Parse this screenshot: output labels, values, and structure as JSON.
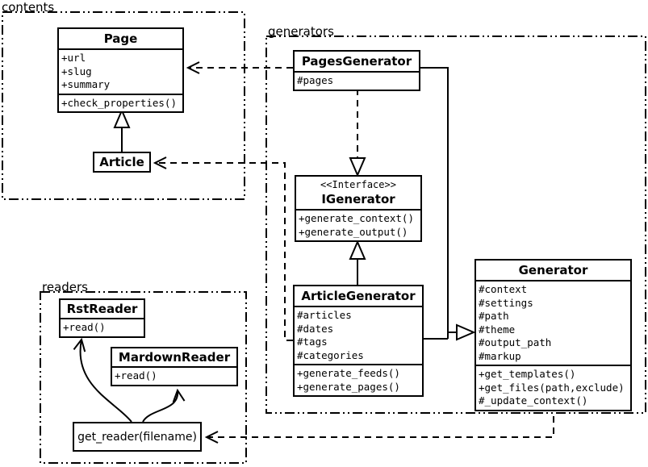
{
  "diagram": {
    "background": "#ffffff",
    "line_color": "#000000"
  },
  "packages": {
    "contents": "contents",
    "generators": "generators",
    "readers": "readers"
  },
  "classes": {
    "page": {
      "name": "Page",
      "attributes": [
        "+url",
        "+slug",
        "+summary"
      ],
      "methods": [
        "+check_properties()"
      ]
    },
    "article": {
      "name": "Article"
    },
    "pages_generator": {
      "name": "PagesGenerator",
      "attributes": [
        "#pages"
      ]
    },
    "igenerator": {
      "stereotype": "<<Interface>>",
      "name": "IGenerator",
      "methods": [
        "+generate_context()",
        "+generate_output()"
      ]
    },
    "article_generator": {
      "name": "ArticleGenerator",
      "attributes": [
        "#articles",
        "#dates",
        "#tags",
        "#categories"
      ],
      "methods": [
        "+generate_feeds()",
        "+generate_pages()"
      ]
    },
    "generator": {
      "name": "Generator",
      "attributes": [
        "#context",
        "#settings",
        "#path",
        "#theme",
        "#output_path",
        "#markup"
      ],
      "methods": [
        "+get_templates()",
        "+get_files(path,exclude)",
        "#_update_context()"
      ]
    },
    "rst_reader": {
      "name": "RstReader",
      "methods": [
        "+read()"
      ]
    },
    "mardown_reader": {
      "name": "MardownReader",
      "methods": [
        "+read()"
      ]
    },
    "get_reader": {
      "name": "get_reader(filename)"
    }
  }
}
